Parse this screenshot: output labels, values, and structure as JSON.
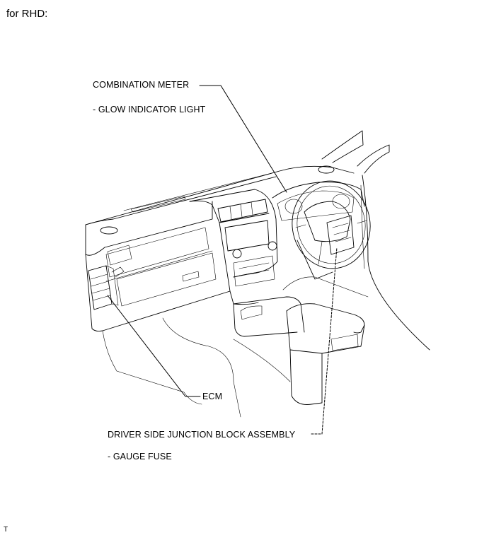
{
  "heading": "for RHD:",
  "labels": {
    "combination_meter": "COMBINATION METER",
    "glow_indicator": "- GLOW INDICATOR LIGHT",
    "ecm": "ECM",
    "junction_block": "DRIVER SIDE JUNCTION BLOCK ASSEMBLY",
    "gauge_fuse": "- GAUGE FUSE"
  },
  "footer_code": "T"
}
